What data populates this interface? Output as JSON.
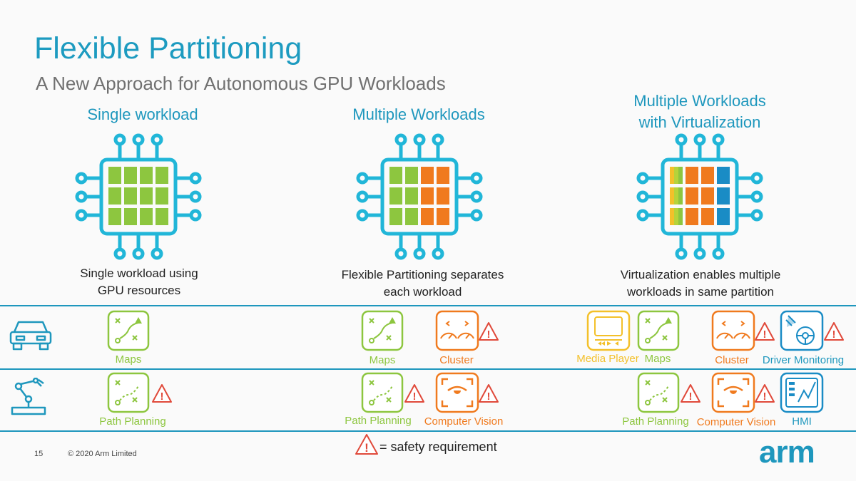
{
  "slide": {
    "title": "Flexible Partitioning",
    "subtitle": "A New Approach for Autonomous GPU Workloads"
  },
  "columns": [
    {
      "heading": "Single workload",
      "description_lines": [
        "Single workload using",
        "GPU resources"
      ]
    },
    {
      "heading_lines": [
        "Multiple Workloads"
      ],
      "description_lines": [
        "Flexible Partitioning separates",
        "each workload"
      ]
    },
    {
      "heading_lines": [
        "Multiple Workloads",
        "with Virtualization"
      ],
      "description_lines": [
        "Virtualization enables multiple",
        "workloads in same partition"
      ]
    }
  ],
  "rows": {
    "car": {
      "icon": "car-icon",
      "col1": [
        "Maps"
      ],
      "col2": [
        "Maps",
        "Cluster"
      ],
      "col3": [
        "Media Player",
        "Maps",
        "Cluster",
        "Driver Monitoring"
      ]
    },
    "robot": {
      "icon": "robot-arm-icon",
      "col1": [
        "Path Planning"
      ],
      "col2": [
        "Path Planning",
        "Computer Vision"
      ],
      "col3": [
        "Path Planning",
        "Computer Vision",
        "HMI"
      ]
    }
  },
  "legend": {
    "icon": "warning-triangle-icon",
    "text": "= safety requirement"
  },
  "footer": {
    "page_number": "15",
    "copyright": "© 2020 Arm Limited",
    "logo": "arm"
  },
  "colors": {
    "accent": "#1e97bd",
    "green": "#8dc63f",
    "orange": "#f07a1e",
    "yellow": "#f3c02a",
    "blue": "#1a8cc5",
    "warning": "#e0493a"
  }
}
